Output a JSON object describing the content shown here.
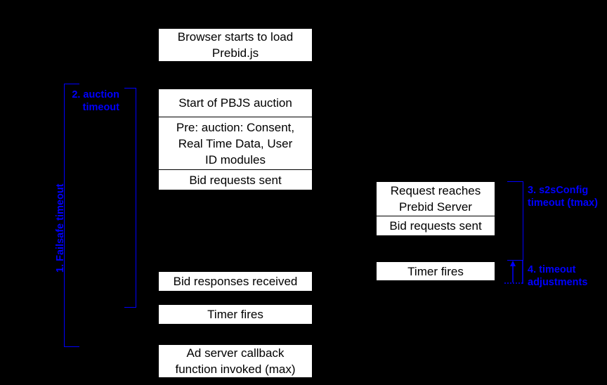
{
  "diagram": {
    "title": "Prebid timeout sequence diagram",
    "background_color": "#000000",
    "box_fill_color": "#ffffff",
    "box_text_color": "#000000",
    "annotation_color": "#0000ff"
  },
  "client_column": {
    "boxes": [
      {
        "id": "browser-load",
        "text": "Browser starts to load\nPrebid.js"
      },
      {
        "id": "start-auction",
        "text": "Start of PBJS auction"
      },
      {
        "id": "pre-auction",
        "text": "Pre: auction: Consent,\nReal Time Data, User\nID modules"
      },
      {
        "id": "bid-requests-sent",
        "text": "Bid requests sent"
      },
      {
        "id": "bid-responses-received",
        "text": "Bid responses received"
      },
      {
        "id": "timer-fires-client",
        "text": "Timer fires"
      },
      {
        "id": "ad-server-callback",
        "text": "Ad server callback\nfunction invoked (max)"
      }
    ]
  },
  "server_column": {
    "boxes": [
      {
        "id": "request-reaches-server",
        "text": "Request reaches\nPrebid Server"
      },
      {
        "id": "bid-requests-sent-server",
        "text": "Bid requests sent"
      },
      {
        "id": "timer-fires-server",
        "text": "Timer fires"
      }
    ]
  },
  "annotations": [
    {
      "id": "failsafe-timeout",
      "number": "1.",
      "text": "1. Failsafe timeout",
      "orientation": "vertical"
    },
    {
      "id": "auction-timeout",
      "number": "2.",
      "text": "2. auction\ntimeout",
      "orientation": "horizontal"
    },
    {
      "id": "s2s-config-timeout",
      "number": "3.",
      "text": "3. s2sConfig\ntimeout (tmax)",
      "orientation": "horizontal"
    },
    {
      "id": "timeout-adjustments",
      "number": "4.",
      "text": "4. timeout\nadjustments",
      "orientation": "horizontal"
    }
  ]
}
